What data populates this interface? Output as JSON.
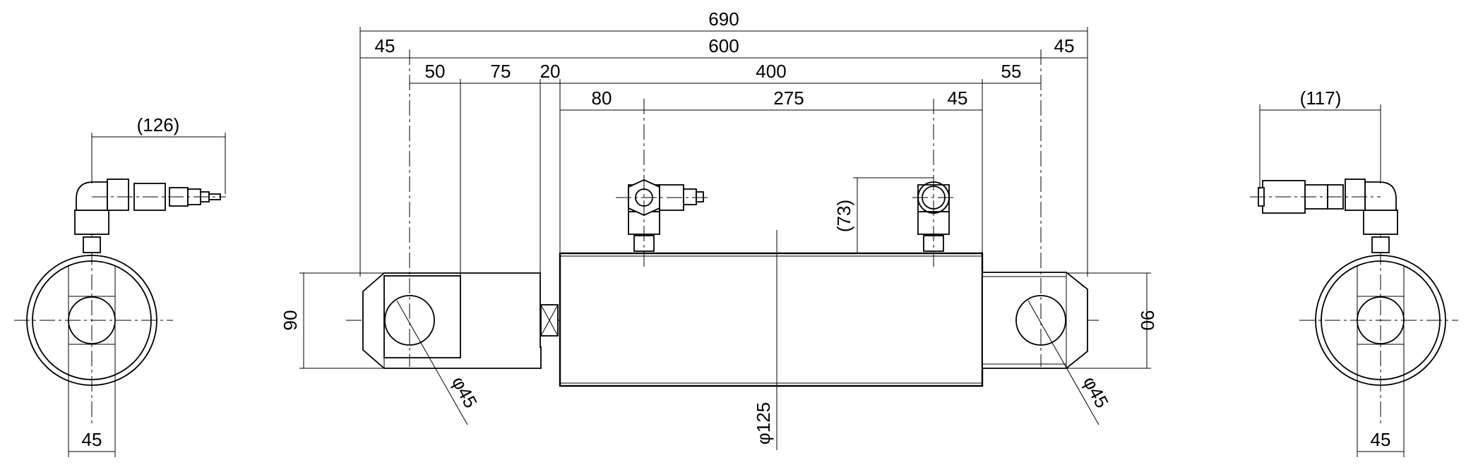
{
  "dimensions": {
    "overall_length": "690",
    "pin_to_pin": "600",
    "left_pin_offset": "45",
    "right_pin_offset": "45",
    "clevis_span_a": "50",
    "clevis_span_b": "75",
    "gap": "20",
    "barrel_length": "400",
    "port_offset_left": "80",
    "port_spacing": "275",
    "port_offset_right": "45",
    "rod_end": "55",
    "port_height": "(73)",
    "left_height": "90",
    "right_height": "90",
    "barrel_diameter": "φ125",
    "left_pin_diameter": "φ45",
    "right_pin_diameter": "φ45",
    "left_view_fitting_length": "(126)",
    "right_view_fitting_length": "(117)",
    "left_view_slot_width": "45",
    "right_view_slot_width": "45"
  }
}
